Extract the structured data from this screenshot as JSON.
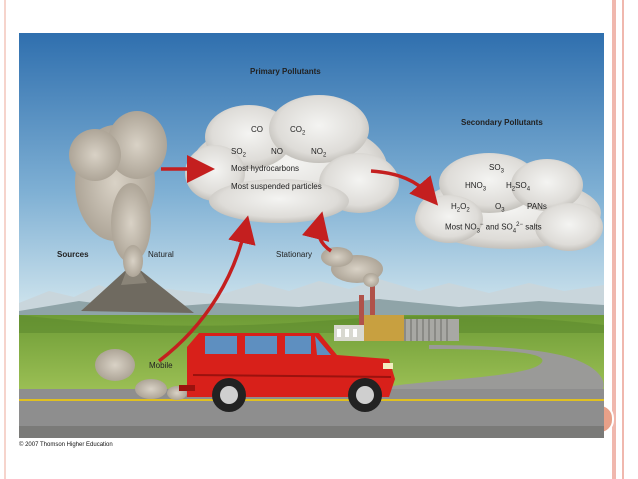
{
  "figure": {
    "primary_title": "Primary Pollutants",
    "secondary_title": "Secondary Pollutants",
    "primary": {
      "co": "CO",
      "co2": "CO",
      "so2": "SO",
      "no": "NO",
      "no2": "NO",
      "hydrocarbons": "Most hydrocarbons",
      "particles": "Most suspended particles"
    },
    "secondary": {
      "so3": "SO",
      "hno3": "HNO",
      "h2so4_a": "H",
      "h2so4_b": "SO",
      "h2o2_a": "H",
      "h2o2_b": "O",
      "o3": "O",
      "pans": "PANs",
      "most_prefix": "Most NO",
      "and_so": " and SO",
      "salts": " salts"
    },
    "subs": {
      "two": "2",
      "three": "3",
      "four": "4"
    },
    "sups": {
      "minus": "−",
      "two_minus": "2−"
    },
    "sources": "Sources",
    "natural": "Natural",
    "stationary": "Stationary",
    "mobile": "Mobile"
  },
  "copyright": "© 2007 Thomson Higher Education",
  "colors": {
    "sky_top": "#2f6fae",
    "sky_bottom": "#cfe4ec",
    "arrow": "#c41f1f",
    "car": "#d8201a",
    "grass": "#86b23c",
    "road": "#8e8e8e"
  }
}
